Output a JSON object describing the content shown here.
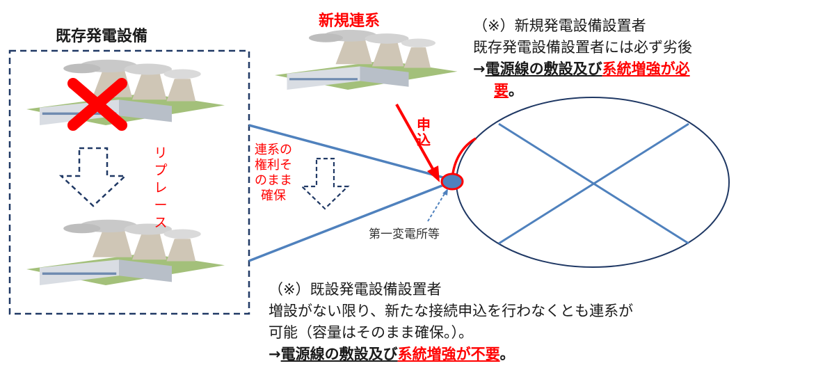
{
  "labels": {
    "existing_title": "既存発電設備",
    "new_title": "新規連系",
    "replace": "リプレース",
    "right_keep": "連系の権利そのまま確保",
    "apply": "申込",
    "substation": "第一変電所等"
  },
  "note_new": {
    "line1": "（※）新規発電設備設置者",
    "line2": "既存発電設備設置者には必ず劣後",
    "line3_prefix": "→",
    "line3_black": "電源線の敷設及び",
    "line3_red": "系統増強が必",
    "line4_red": "要",
    "line4_end": "。"
  },
  "note_existing": {
    "line1": "（※）既設発電設備設置者",
    "line2": "増設がない限り、新たな接続申込を行わなくとも連系が",
    "line3": "可能（容量はそのまま確保。）。",
    "line4_prefix": "→",
    "line4_black": "電源線の敷設及び",
    "line4_red": "系統増強が不要",
    "line4_end": "。"
  },
  "colors": {
    "accent_red": "#ff0000",
    "line_blue": "#4f81bd",
    "dashed_navy": "#1f3864"
  }
}
